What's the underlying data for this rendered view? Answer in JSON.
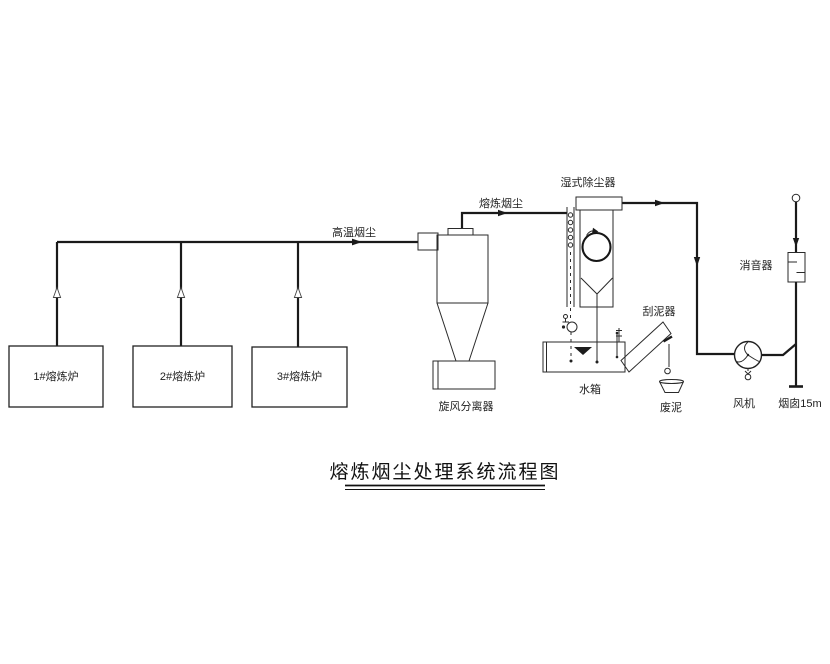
{
  "diagram": {
    "title": "熔炼烟尘处理系统流程图",
    "streams": {
      "high_temp_fume": "高温烟尘",
      "smelting_fume": "熔炼烟尘"
    },
    "equipment": {
      "furnaces": [
        {
          "label": "1#熔炼炉"
        },
        {
          "label": "2#熔炼炉"
        },
        {
          "label": "3#熔炼炉"
        }
      ],
      "cyclone": "旋风分离器",
      "wet_scrubber": "湿式除尘器",
      "mud_scraper": "刮泥器",
      "water_tank": "水箱",
      "waste_mud": "废泥",
      "fan": "风机",
      "muffler": "消音器",
      "chimney": "烟囱15m"
    },
    "colors": {
      "line": "#1a1a1a",
      "background": "#ffffff"
    }
  }
}
